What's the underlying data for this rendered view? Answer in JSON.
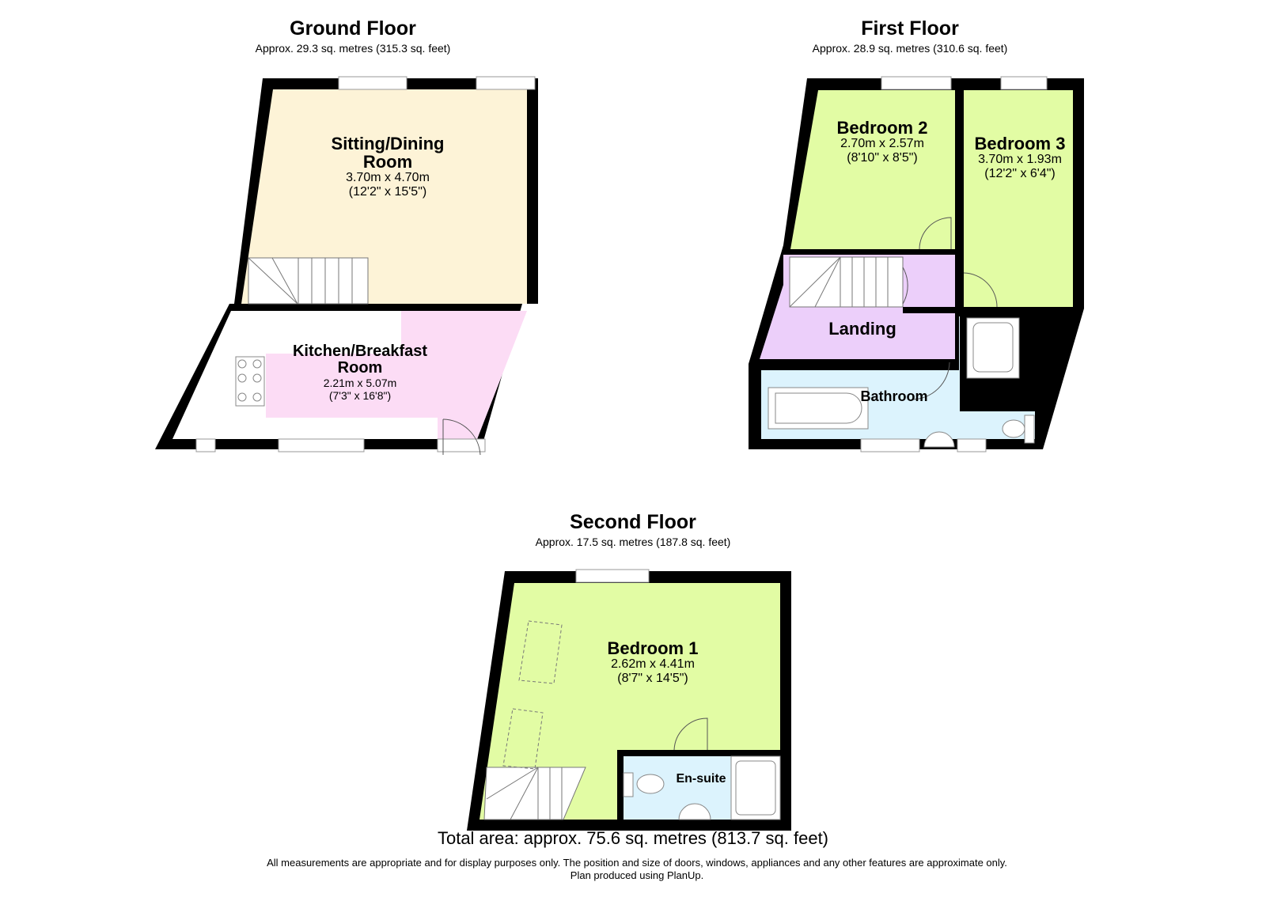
{
  "floors": {
    "ground": {
      "title": "Ground Floor",
      "area": "Approx. 29.3 sq. metres (315.3 sq. feet)",
      "rooms": [
        {
          "name_line1": "Sitting/Dining",
          "name_line2": "Room",
          "dim_m": "3.70m x 4.70m",
          "dim_ft": "(12'2\" x 15'5\")",
          "color": "#fdf3d7"
        },
        {
          "name_line1": "Kitchen/Breakfast",
          "name_line2": "Room",
          "dim_m": "2.21m x 5.07m",
          "dim_ft": "(7'3\" x 16'8\")",
          "color": "#fcdcf5"
        }
      ]
    },
    "first": {
      "title": "First Floor",
      "area": "Approx. 28.9 sq. metres (310.6 sq. feet)",
      "rooms": [
        {
          "name": "Bedroom 2",
          "dim_m": "2.70m x 2.57m",
          "dim_ft": "(8'10\" x 8'5\")",
          "color": "#e2fca4"
        },
        {
          "name": "Bedroom 3",
          "dim_m": "3.70m x 1.93m",
          "dim_ft": "(12'2\" x 6'4\")",
          "color": "#e2fca4"
        },
        {
          "name": "Landing",
          "color": "#eccffa"
        },
        {
          "name": "Bathroom",
          "color": "#dcf3fd"
        }
      ]
    },
    "second": {
      "title": "Second Floor",
      "area": "Approx. 17.5 sq. metres (187.8 sq. feet)",
      "rooms": [
        {
          "name": "Bedroom 1",
          "dim_m": "2.62m x 4.41m",
          "dim_ft": "(8'7\" x 14'5\")",
          "color": "#e2fca4"
        },
        {
          "name": "En-suite",
          "color": "#dcf3fd"
        }
      ]
    }
  },
  "footer": {
    "total": "Total area: approx. 75.6 sq. metres (813.7 sq. feet)",
    "disclaimer_line1": "All measurements are appropriate and for display purposes only. The position and size of doors, windows, appliances and any other features are approximate only.",
    "disclaimer_line2": "Plan produced using PlanUp."
  },
  "colors": {
    "wall": "#000000",
    "sitting": "#fdf3d7",
    "kitchen": "#fcdcf5",
    "bedroom": "#e2fca4",
    "landing": "#eccffa",
    "bathroom": "#dcf3fd"
  }
}
